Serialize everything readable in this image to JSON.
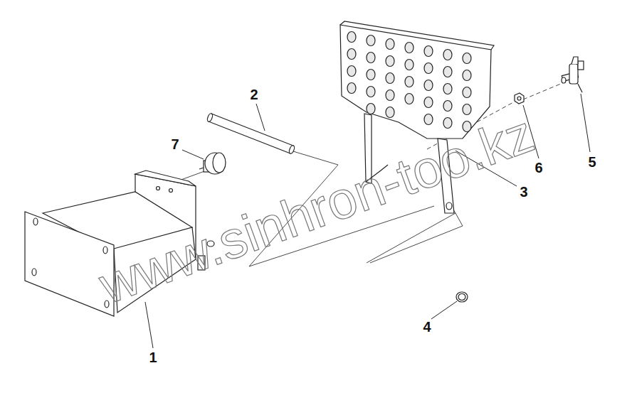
{
  "diagram": {
    "labels": [
      "2",
      "7",
      "5",
      "6",
      "3",
      "4",
      "1",
      "www.sinhron-too.kz"
    ]
  }
}
